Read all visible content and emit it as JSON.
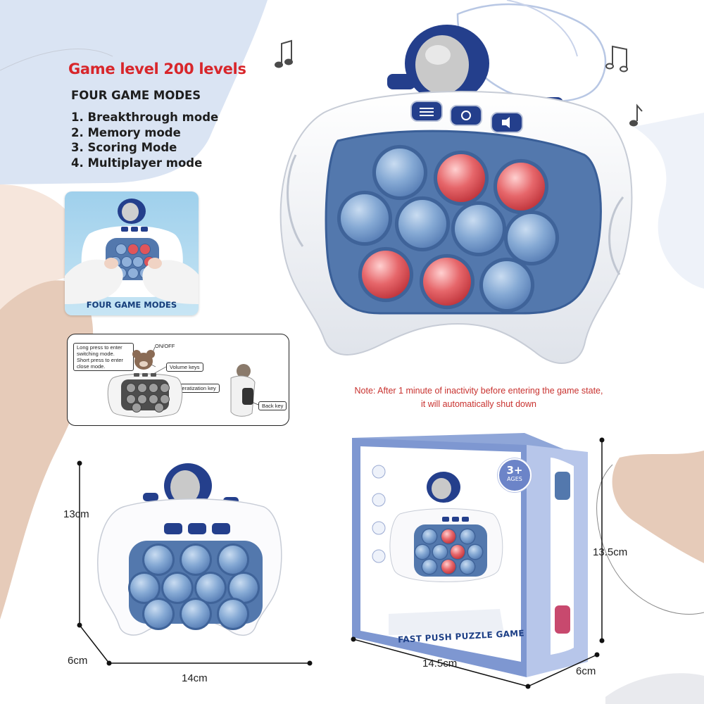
{
  "headline": "Game level 200 levels",
  "modes_title": "FOUR GAME MODES",
  "modes": [
    "1. Breakthrough mode",
    "2. Memory mode",
    "3. Scoring Mode",
    "4. Multiplayer mode"
  ],
  "photo_caption": "FOUR GAME MODES",
  "diagram": {
    "long_press": [
      "Long press to enter",
      "switching mode.",
      "Short press to enter",
      "close mode."
    ],
    "on_off": "ON/OFF",
    "volume": "Volume keys",
    "deratization": "Deratization key",
    "back": "Back key"
  },
  "note": [
    "Note: After 1 minute of inactivity before entering the game state,",
    "it will automatically shut down"
  ],
  "dimensions": {
    "height": "13cm",
    "depth": "6cm",
    "width": "14cm",
    "box_height": "13.5cm",
    "box_width": "14.5cm",
    "box_depth": "6cm"
  },
  "box": {
    "title": "FAST PUSH PUZZLE GAME",
    "age": "3+",
    "age_word": "AGES"
  },
  "colors": {
    "accent_red": "#d8262b",
    "navy": "#243f8c",
    "bubble_blue": "#7ea3cf",
    "bubble_red": "#e0555a"
  }
}
